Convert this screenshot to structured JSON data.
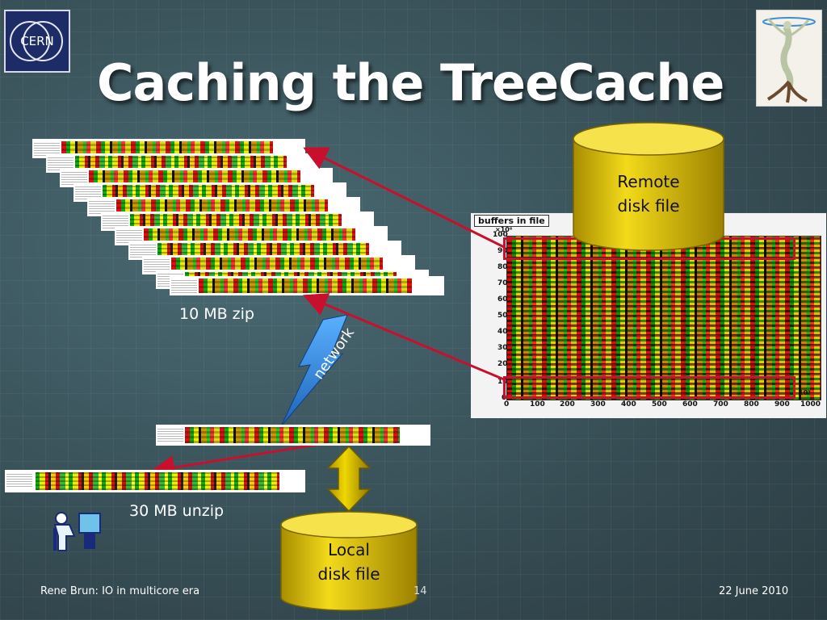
{
  "slide": {
    "title": "Caching the TreeCache",
    "logo_text": "CERN",
    "label_zip": "10 MB zip",
    "label_network": "network",
    "label_unzip": "30 MB unzip",
    "remote_line1": "Remote",
    "remote_line2": "disk file",
    "local_line1": "Local",
    "local_line2": "disk file",
    "footer_left": "Rene Brun: IO in multicore era",
    "footer_right": "22 June 2010",
    "footer_page": "14"
  },
  "histogram": {
    "title": "buffers in file",
    "y_exp": "×10⁶",
    "x_exp": "10³",
    "y_ticks": [
      "100",
      "90",
      "80",
      "70",
      "60",
      "50",
      "40",
      "30",
      "20",
      "10",
      "0"
    ],
    "x_ticks": [
      "0",
      "100",
      "200",
      "300",
      "400",
      "500",
      "600",
      "700",
      "800",
      "900",
      "1000"
    ]
  },
  "colors": {
    "arrow": "#c8102e",
    "cylinder": "#e8c800",
    "bolt": "#2a7fd4",
    "highlight": "#c8102e"
  },
  "icons": [
    "cern-logo-icon",
    "sculpture-figure-icon",
    "network-bolt-icon",
    "double-arrow-icon",
    "user-at-computer-icon"
  ]
}
